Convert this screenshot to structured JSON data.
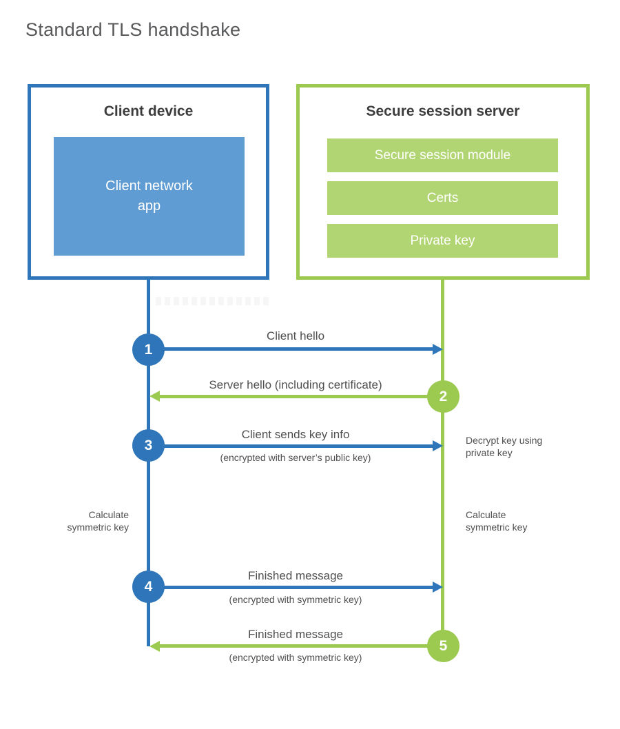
{
  "title": "Standard TLS handshake",
  "colors": {
    "client_blue": "#2e76b9",
    "client_blue_light": "#5e9cd3",
    "server_green": "#9cca51",
    "server_green_light": "#b2d573",
    "heading_text": "#3d3d3d",
    "label_text": "#4f4f4f",
    "title_text": "#58595b"
  },
  "client_box": {
    "heading": "Client device",
    "module": "Client network\napp"
  },
  "server_box": {
    "heading": "Secure session server",
    "modules": [
      "Secure session module",
      "Certs",
      "Private key"
    ]
  },
  "steps": [
    {
      "number": "1",
      "from": "client",
      "to": "server",
      "label": "Client hello",
      "sublabel": ""
    },
    {
      "number": "2",
      "from": "server",
      "to": "client",
      "label": "Server hello (including certificate)",
      "sublabel": ""
    },
    {
      "number": "3",
      "from": "client",
      "to": "server",
      "label": "Client sends key info",
      "sublabel": "(encrypted with server’s public key)"
    },
    {
      "number": "4",
      "from": "client",
      "to": "server",
      "label": "Finished message",
      "sublabel": "(encrypted with symmetric key)"
    },
    {
      "number": "5",
      "from": "server",
      "to": "client",
      "label": "Finished message",
      "sublabel": "(encrypted with symmetric key)"
    }
  ],
  "annotations": {
    "decrypt_key": "Decrypt key using\nprivate key",
    "calculate_left": "Calculate\nsymmetric key",
    "calculate_right": "Calculate\nsymmetric key"
  }
}
